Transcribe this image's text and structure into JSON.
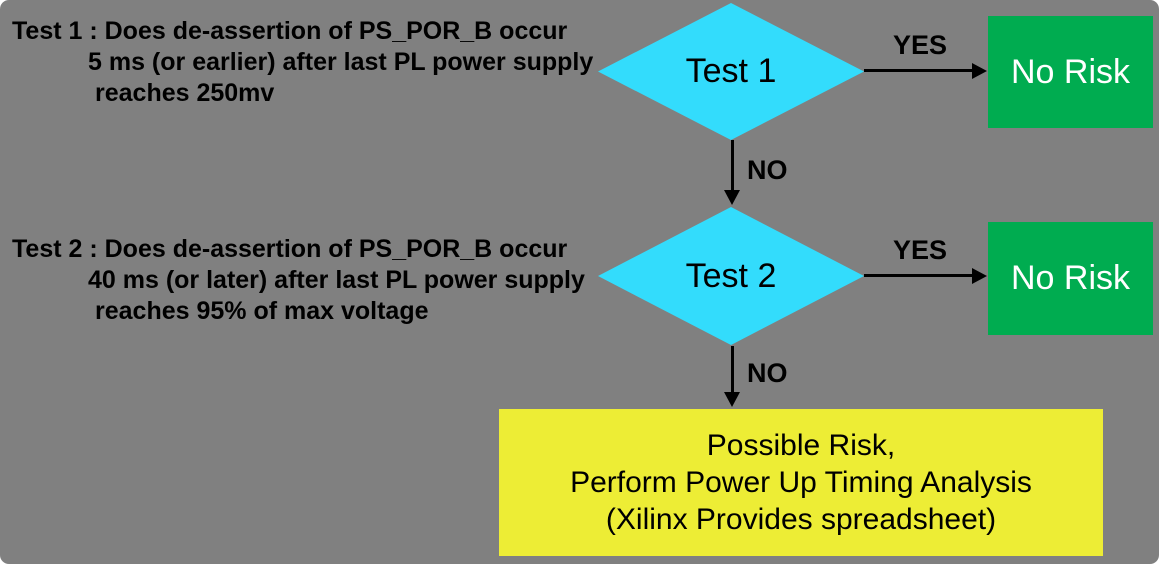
{
  "colors": {
    "canvas_bg": "#808080",
    "diamond_fill": "#33DCFC",
    "success_fill": "#00AC50",
    "success_text": "#FFFFFF",
    "warning_fill": "#EDED35",
    "arrow": "#000000"
  },
  "annotations": {
    "test1": {
      "lines": [
        "Test 1 : Does de-assertion of PS_POR_B occur",
        "5 ms (or earlier) after last PL  power supply",
        "reaches 250mv"
      ]
    },
    "test2": {
      "lines": [
        "Test 2 : Does de-assertion of PS_POR_B occur",
        "40 ms (or later) after  last PL power supply",
        "reaches 95% of max voltage"
      ]
    }
  },
  "flow": {
    "decision1_label": "Test 1",
    "decision2_label": "Test 2",
    "yes1_label": "YES",
    "yes2_label": "YES",
    "no1_label": "NO",
    "no2_label": "NO",
    "norisk1_label": "No Risk",
    "norisk2_label": "No Risk",
    "outcome_lines": [
      "Possible Risk,",
      "Perform Power Up Timing Analysis",
      "(Xilinx Provides spreadsheet)"
    ]
  }
}
